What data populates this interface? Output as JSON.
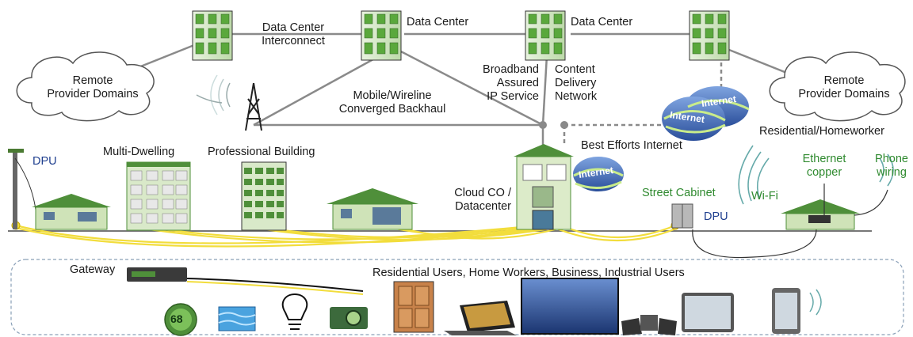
{
  "labels": {
    "dc_interconnect": "Data Center\nInterconnect",
    "data_center_1": "Data Center",
    "data_center_2": "Data Center",
    "remote_left": "Remote\nProvider Domains",
    "remote_right": "Remote\nProvider Domains",
    "broadband": "Broadband\nAssured\nIP Service",
    "cdn": "Content\nDelivery\nNetwork",
    "backhaul": "Mobile/Wireline\nConverged Backhaul",
    "best_efforts": "Best Efforts Internet",
    "residential_homeworker": "Residential/Homeworker",
    "dpu_left": "DPU",
    "multi_dwelling": "Multi-Dwelling",
    "professional_building": "Professional Building",
    "cloud_co": "Cloud CO /\nDatacenter",
    "street_cabinet": "Street Cabinet",
    "dpu_right": "DPU",
    "wifi": "Wi-Fi",
    "ethernet_copper": "Ethernet\ncopper",
    "phone_wiring": "Phone\nwiring",
    "gateway": "Gateway",
    "users": "Residential Users, Home Workers, Business, Industrial Users",
    "internet": "Internet",
    "thermostat": "68"
  },
  "colors": {
    "fiber": "#f2dd3c",
    "server_green": "#5aa83c",
    "building_green": "#cfe3b8",
    "line_gray": "#8a8a8a",
    "text_blue": "#1f3f8f",
    "text_green": "#2f8a2f"
  }
}
